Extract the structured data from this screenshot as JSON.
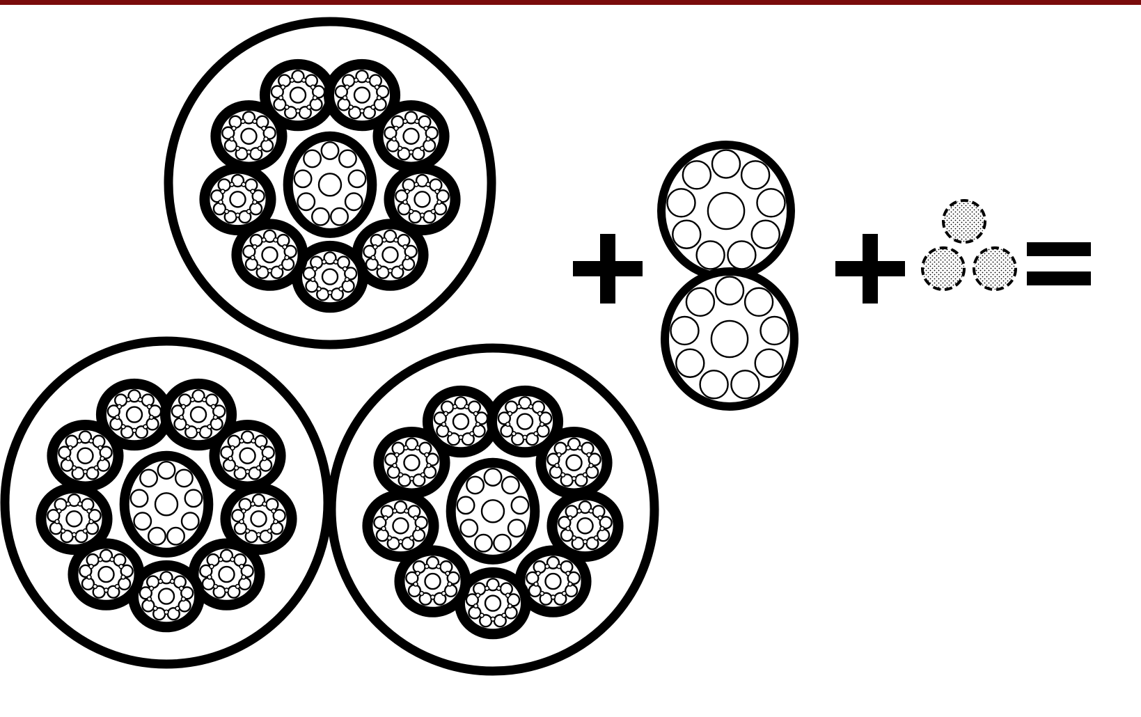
{
  "colors": {
    "accent_bar": "#7a0c0c",
    "stroke": "#000000",
    "fill": "#ffffff",
    "stipple": "#000000"
  },
  "equation": {
    "operators": [
      "plus",
      "plus",
      "equals"
    ],
    "terms": [
      {
        "name": "bundle-of-bundles",
        "groups": 3,
        "sub_bundles_per_group": 10,
        "strands_per_sub_bundle": 10
      },
      {
        "name": "conductor-pair",
        "conductors": 2,
        "strands_per_conductor": 10
      },
      {
        "name": "filler-strands",
        "count": 3,
        "style": "dashed-stippled"
      }
    ]
  }
}
